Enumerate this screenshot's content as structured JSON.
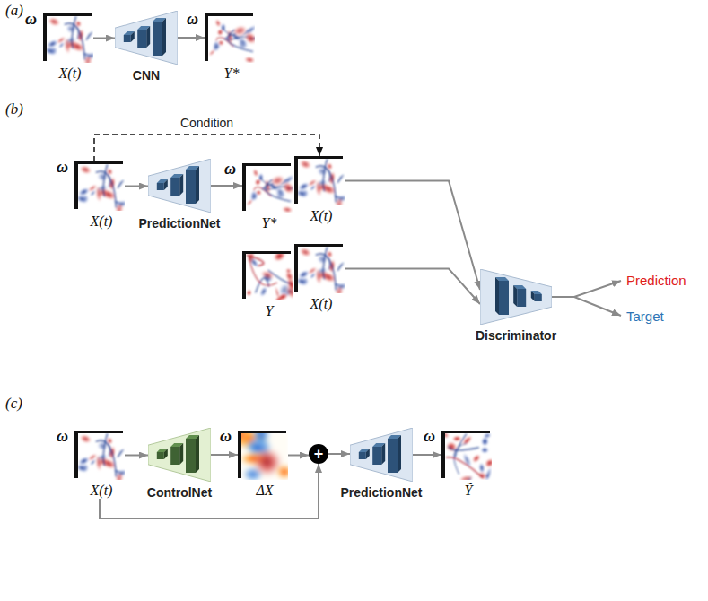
{
  "diagram": {
    "nodes": [
      {
        "text": [
          "ω",
          "X(t)"
        ]
      },
      {
        "text": [
          "CNN"
        ]
      },
      {
        "text": [
          "ω",
          "Y*"
        ]
      },
      {
        "text": [
          "ω",
          "X(t)"
        ]
      },
      {
        "text": [
          "PredictionNet"
        ]
      },
      {
        "text": [
          "ω",
          "Y*"
        ]
      },
      {
        "text": [
          "X(t)"
        ]
      },
      {
        "text": [
          "Y"
        ]
      },
      {
        "text": [
          "X(t)"
        ]
      },
      {
        "text": [
          "Discriminator"
        ]
      },
      {
        "text": [
          "ω",
          "X(t)"
        ]
      },
      {
        "text": [
          "ControlNet"
        ]
      },
      {
        "text": [
          "ω",
          "ΔX"
        ]
      },
      {
        "text": [
          "+"
        ]
      },
      {
        "text": [
          "PredictionNet"
        ]
      },
      {
        "text": [
          "ω",
          "Ỹ"
        ]
      }
    ],
    "edges": [
      {
        "from": 0,
        "to": 1,
        "arrow": "to"
      },
      {
        "from": 1,
        "to": 2,
        "arrow": "to"
      },
      {
        "from": 3,
        "to": 4,
        "arrow": "to"
      },
      {
        "from": 4,
        "to": 5,
        "arrow": "to"
      },
      {
        "from": 3,
        "to": 6,
        "label": "Condition",
        "arrow": "to"
      },
      {
        "from": 6,
        "to": 9,
        "arrow": "to"
      },
      {
        "from": 8,
        "to": 9,
        "arrow": "to"
      },
      {
        "from": 10,
        "to": 11,
        "arrow": "to"
      },
      {
        "from": 11,
        "to": 12,
        "arrow": "to"
      },
      {
        "from": 12,
        "to": 13,
        "arrow": "to"
      },
      {
        "from": 10,
        "to": 13,
        "arrow": "to"
      },
      {
        "from": 13,
        "to": 14,
        "arrow": "to"
      },
      {
        "from": 14,
        "to": 15,
        "arrow": "to"
      }
    ],
    "labels": [
      "(a)",
      "(b)",
      "(c)",
      "Prediction",
      "Target"
    ]
  }
}
